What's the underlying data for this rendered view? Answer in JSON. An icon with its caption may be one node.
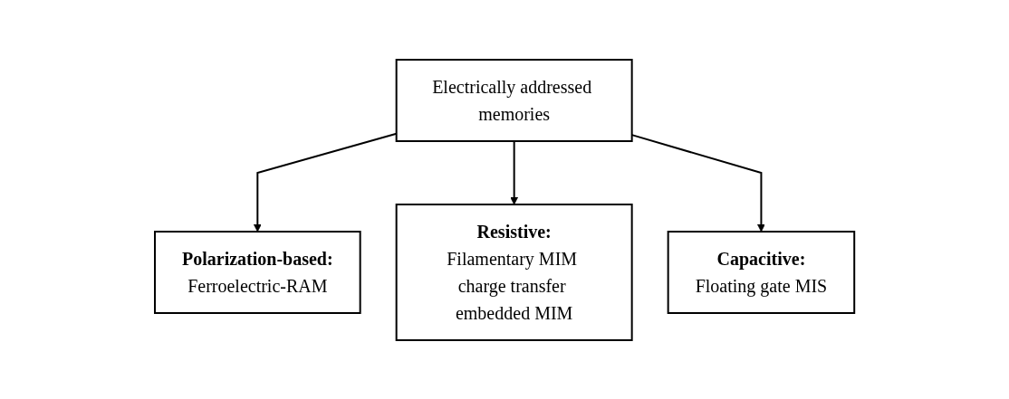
{
  "diagram": {
    "nodes": [
      {
        "text": [
          "Electrically addressed memories"
        ]
      },
      {
        "text": [
          "Polarization-based:",
          "Ferroelectric-RAM"
        ]
      },
      {
        "text": [
          "Resistive:",
          "Filamentary MIM charge transfer embedded MIM"
        ]
      },
      {
        "text": [
          "Capacitive:",
          "Floating gate MIS"
        ]
      }
    ],
    "edges": [
      {
        "from": 0,
        "to": 1,
        "arrow": "to"
      },
      {
        "from": 0,
        "to": 2,
        "arrow": "to"
      },
      {
        "from": 0,
        "to": 3,
        "arrow": "to"
      }
    ]
  }
}
